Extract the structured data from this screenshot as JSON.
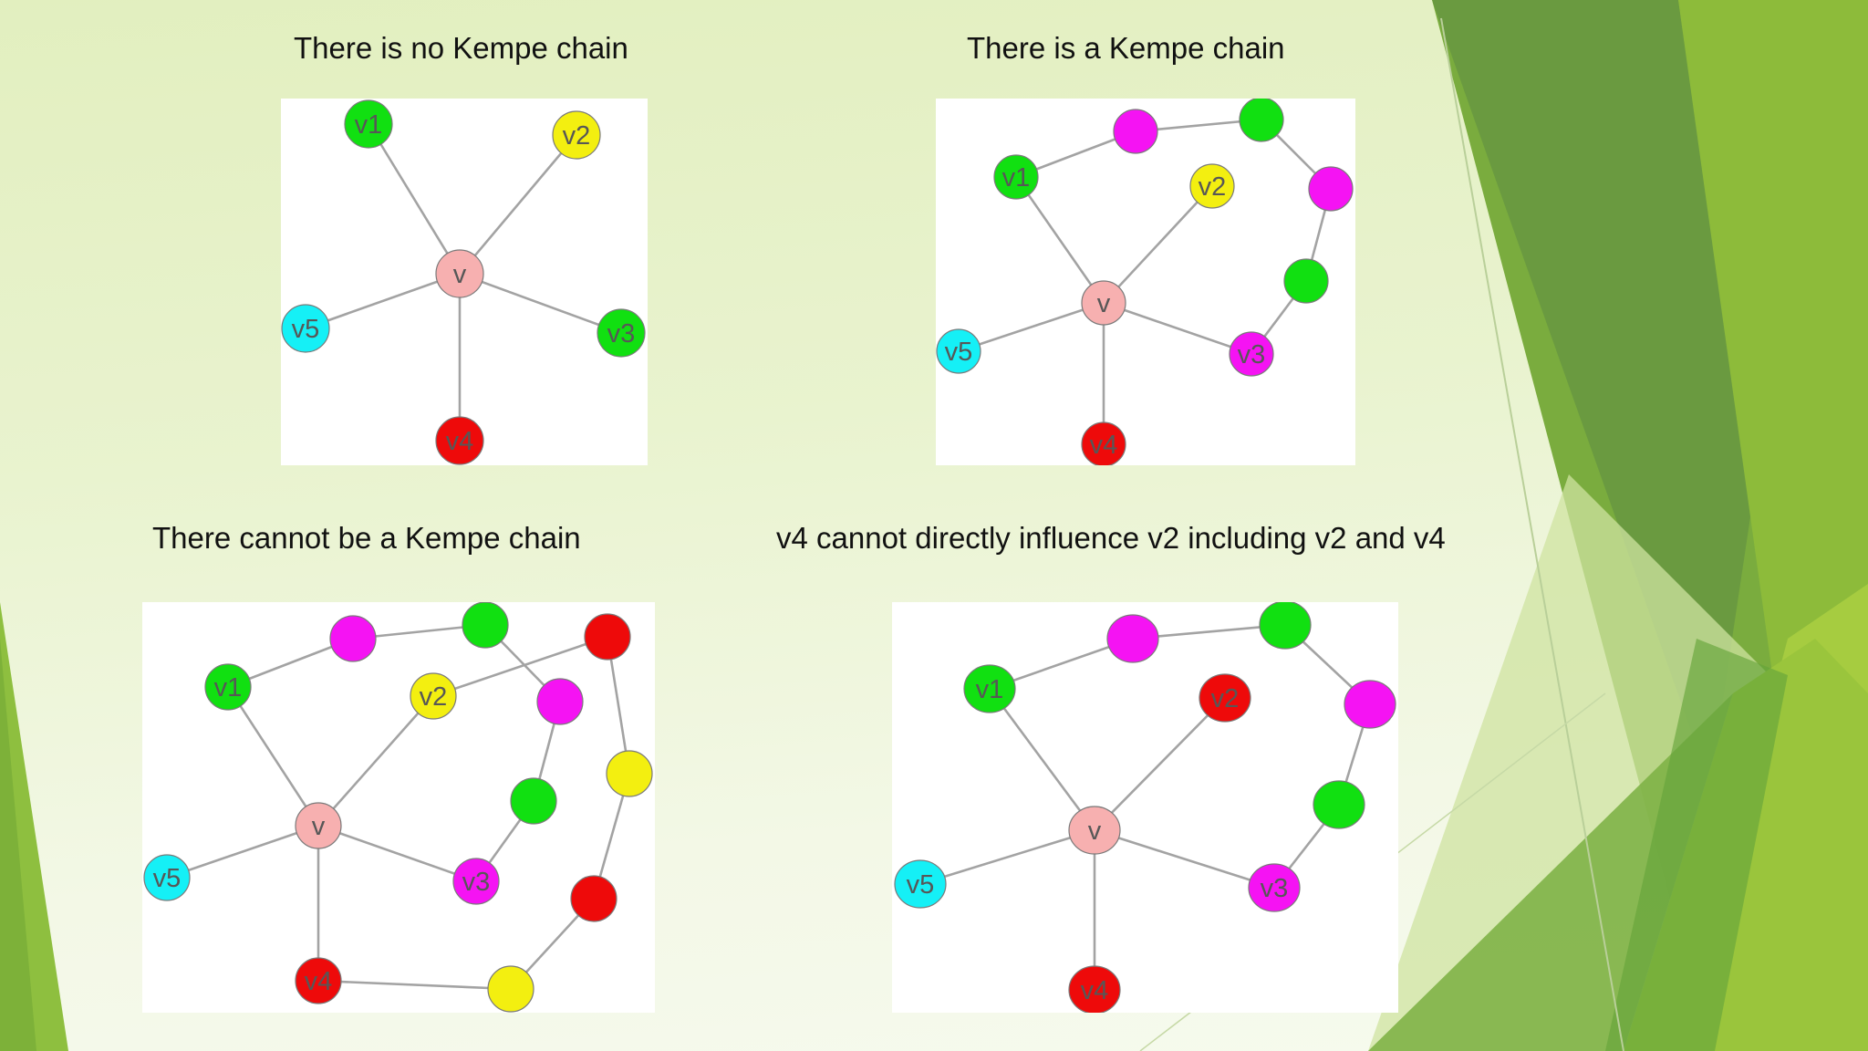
{
  "colors": {
    "green": "#11e011",
    "yellow": "#f3ef10",
    "pink": "#f7b0b0",
    "cyan": "#15f0f6",
    "red": "#ee0a0a",
    "magenta": "#f513f3"
  },
  "panels": [
    {
      "title": "There is no Kempe chain",
      "nodes": [
        {
          "id": "v",
          "label": "v",
          "color": "pink"
        },
        {
          "id": "v1",
          "label": "v1",
          "color": "green"
        },
        {
          "id": "v2",
          "label": "v2",
          "color": "yellow"
        },
        {
          "id": "v3",
          "label": "v3",
          "color": "green"
        },
        {
          "id": "v4",
          "label": "v4",
          "color": "red"
        },
        {
          "id": "v5",
          "label": "v5",
          "color": "cyan"
        }
      ],
      "edges": [
        [
          "v",
          "v1"
        ],
        [
          "v",
          "v2"
        ],
        [
          "v",
          "v3"
        ],
        [
          "v",
          "v4"
        ],
        [
          "v",
          "v5"
        ]
      ]
    },
    {
      "title": "There is a Kempe chain",
      "nodes": [
        {
          "id": "v",
          "label": "v",
          "color": "pink"
        },
        {
          "id": "v1",
          "label": "v1",
          "color": "green"
        },
        {
          "id": "v2",
          "label": "v2",
          "color": "yellow"
        },
        {
          "id": "v3",
          "label": "v3",
          "color": "magenta"
        },
        {
          "id": "v4",
          "label": "v4",
          "color": "red"
        },
        {
          "id": "v5",
          "label": "v5",
          "color": "cyan"
        },
        {
          "id": "a",
          "label": "",
          "color": "magenta"
        },
        {
          "id": "b",
          "label": "",
          "color": "green"
        },
        {
          "id": "c",
          "label": "",
          "color": "magenta"
        },
        {
          "id": "d",
          "label": "",
          "color": "green"
        }
      ],
      "edges": [
        [
          "v",
          "v1"
        ],
        [
          "v",
          "v2"
        ],
        [
          "v",
          "v3"
        ],
        [
          "v",
          "v4"
        ],
        [
          "v",
          "v5"
        ],
        [
          "v1",
          "a"
        ],
        [
          "a",
          "b"
        ],
        [
          "b",
          "c"
        ],
        [
          "c",
          "d"
        ],
        [
          "d",
          "v3"
        ]
      ]
    },
    {
      "title": "There cannot be a Kempe chain",
      "nodes": [
        {
          "id": "v",
          "label": "v",
          "color": "pink"
        },
        {
          "id": "v1",
          "label": "v1",
          "color": "green"
        },
        {
          "id": "v2",
          "label": "v2",
          "color": "yellow"
        },
        {
          "id": "v3",
          "label": "v3",
          "color": "magenta"
        },
        {
          "id": "v4",
          "label": "v4",
          "color": "red"
        },
        {
          "id": "v5",
          "label": "v5",
          "color": "cyan"
        },
        {
          "id": "a",
          "label": "",
          "color": "magenta"
        },
        {
          "id": "b",
          "label": "",
          "color": "green"
        },
        {
          "id": "c",
          "label": "",
          "color": "magenta"
        },
        {
          "id": "d",
          "label": "",
          "color": "green"
        },
        {
          "id": "e",
          "label": "",
          "color": "red"
        },
        {
          "id": "f",
          "label": "",
          "color": "yellow"
        },
        {
          "id": "g",
          "label": "",
          "color": "red"
        },
        {
          "id": "h",
          "label": "",
          "color": "yellow"
        }
      ],
      "edges": [
        [
          "v",
          "v1"
        ],
        [
          "v",
          "v2"
        ],
        [
          "v",
          "v3"
        ],
        [
          "v",
          "v4"
        ],
        [
          "v",
          "v5"
        ],
        [
          "v1",
          "a"
        ],
        [
          "a",
          "b"
        ],
        [
          "b",
          "c"
        ],
        [
          "c",
          "d"
        ],
        [
          "d",
          "v3"
        ],
        [
          "v2",
          "e"
        ],
        [
          "e",
          "f"
        ],
        [
          "f",
          "g"
        ],
        [
          "g",
          "h"
        ],
        [
          "h",
          "v4"
        ]
      ]
    },
    {
      "title": "v4 cannot directly influence v2 including v2 and v4",
      "nodes": [
        {
          "id": "v",
          "label": "v",
          "color": "pink"
        },
        {
          "id": "v1",
          "label": "v1",
          "color": "green"
        },
        {
          "id": "v2",
          "label": "v2",
          "color": "red"
        },
        {
          "id": "v3",
          "label": "v3",
          "color": "magenta"
        },
        {
          "id": "v4",
          "label": "v4",
          "color": "red"
        },
        {
          "id": "v5",
          "label": "v5",
          "color": "cyan"
        },
        {
          "id": "a",
          "label": "",
          "color": "magenta"
        },
        {
          "id": "b",
          "label": "",
          "color": "green"
        },
        {
          "id": "c",
          "label": "",
          "color": "magenta"
        },
        {
          "id": "d",
          "label": "",
          "color": "green"
        }
      ],
      "edges": [
        [
          "v",
          "v1"
        ],
        [
          "v",
          "v2"
        ],
        [
          "v",
          "v3"
        ],
        [
          "v",
          "v4"
        ],
        [
          "v",
          "v5"
        ],
        [
          "v1",
          "a"
        ],
        [
          "a",
          "b"
        ],
        [
          "b",
          "c"
        ],
        [
          "c",
          "d"
        ],
        [
          "d",
          "v3"
        ]
      ]
    }
  ]
}
